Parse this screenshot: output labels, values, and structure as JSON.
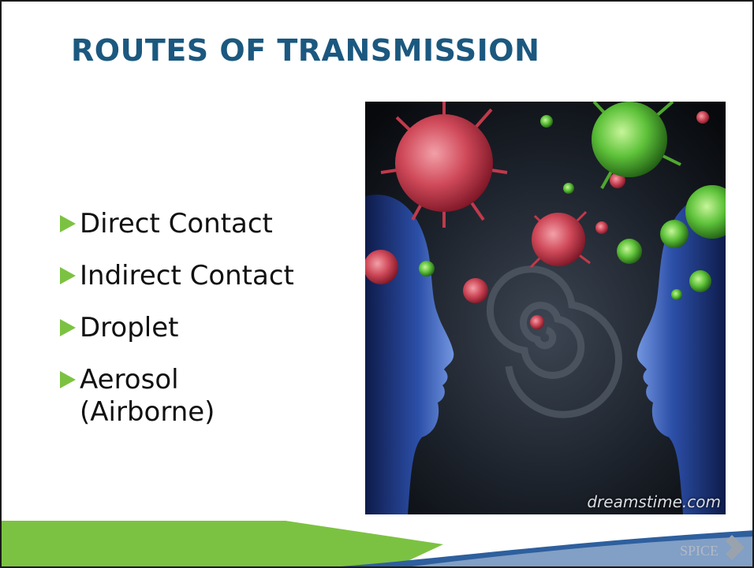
{
  "slide": {
    "title": "ROUTES OF TRANSMISSION",
    "bullets": [
      {
        "text": "Direct Contact"
      },
      {
        "text": "Indirect Contact"
      },
      {
        "text": "Droplet"
      },
      {
        "text": "Aerosol\n(Airborne)"
      }
    ]
  },
  "image": {
    "watermark": "dreamstime.com"
  },
  "footer": {
    "logo_text": "SPICE"
  },
  "colors": {
    "title": "#1b587f",
    "bullet_marker": "#7cc242",
    "footer_green": "#7cc242",
    "footer_blue": "#2e5f9e"
  }
}
